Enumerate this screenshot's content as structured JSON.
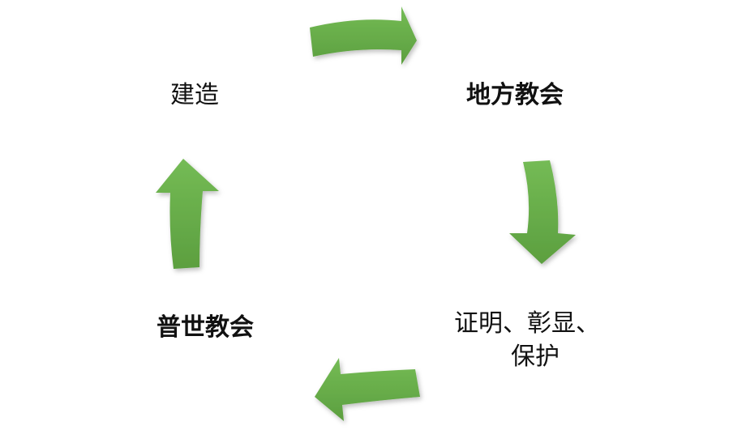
{
  "nodes": {
    "build": "建造",
    "local_church": "地方教会",
    "testify_line1": "证明、彰显、",
    "testify_line2": "保护",
    "universal_church": "普世教会"
  },
  "colors": {
    "arrow": "#6ab04c",
    "arrow_dark": "#4f8f36"
  }
}
